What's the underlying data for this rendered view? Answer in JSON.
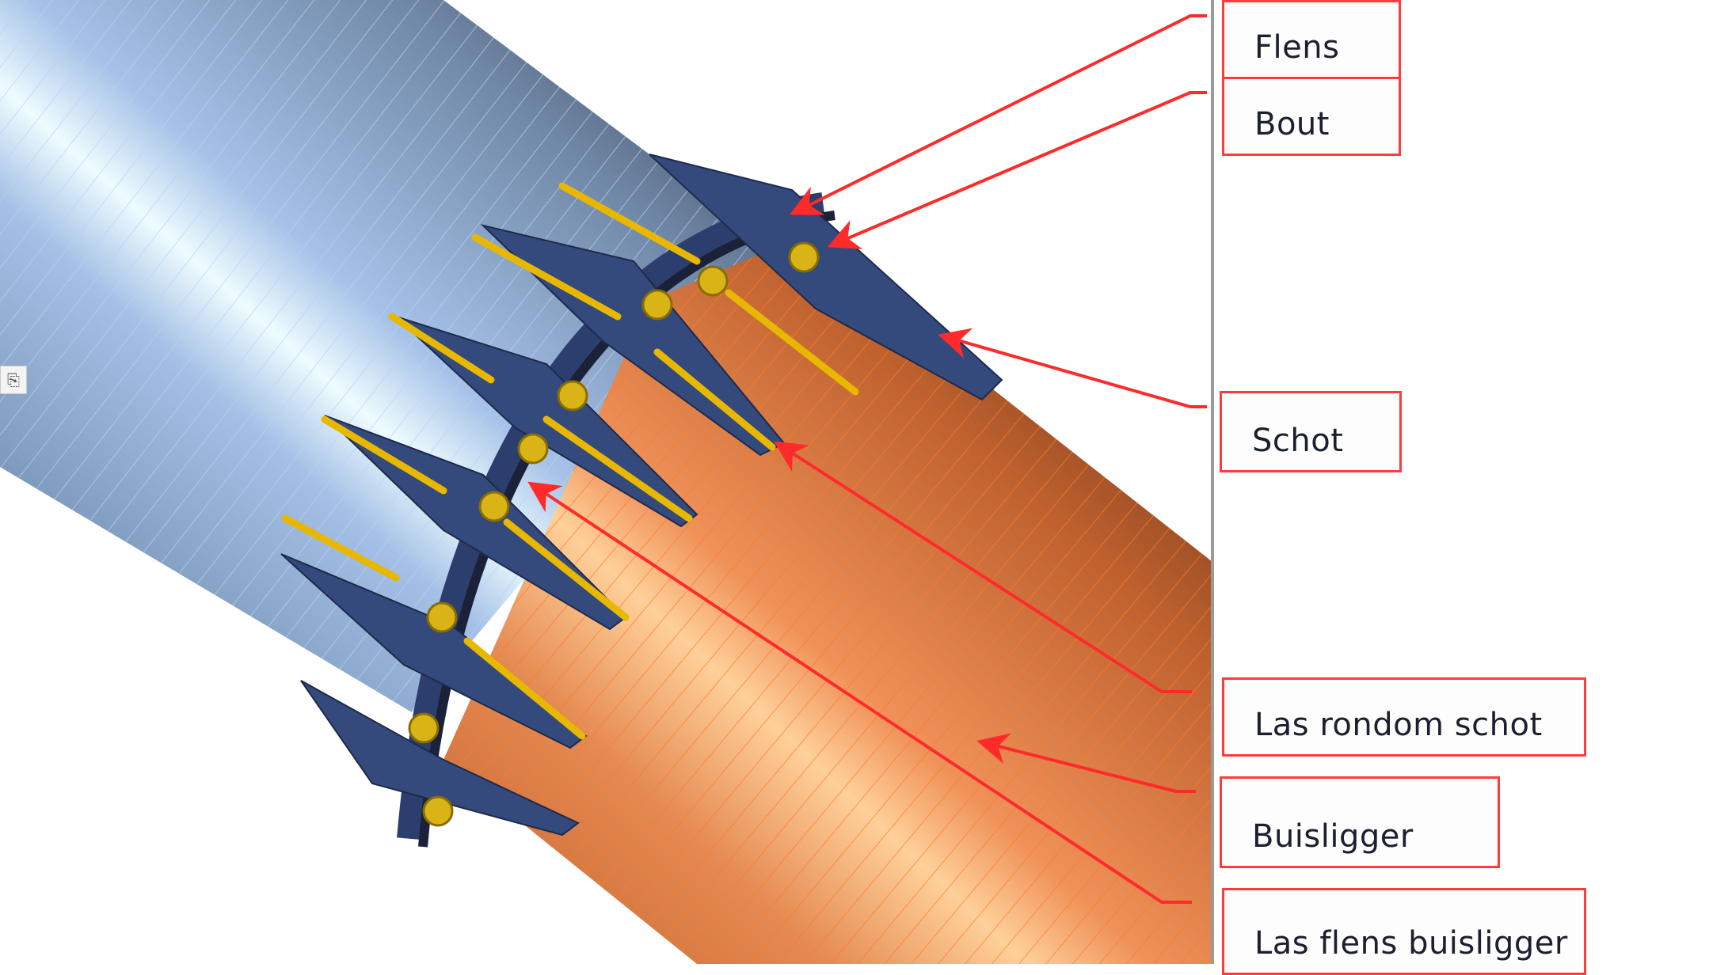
{
  "diagram": {
    "title": "Flensverbinding buisligger",
    "labels": [
      {
        "id": "flens",
        "text": "Flens"
      },
      {
        "id": "bout",
        "text": "Bout"
      },
      {
        "id": "schot",
        "text": "Schot"
      },
      {
        "id": "las-rondom-schot",
        "text": "Las rondom schot"
      },
      {
        "id": "buisligger",
        "text": "Buisligger"
      },
      {
        "id": "las-flens-buisligger",
        "text": "Las flens buisligger"
      }
    ],
    "components": {
      "left_tube": "buisligger (links)",
      "right_tube": "buisligger (rechts)",
      "flange_ring": "flens",
      "stiffeners": "schotten",
      "bolts": "bouten",
      "welds": "lassen"
    },
    "colors": {
      "callout": "#ff2a2a",
      "tube_left_light": "#e9fbff",
      "tube_left_mid": "#86a0c0",
      "tube_left_dark": "#3c4556",
      "tube_right_light": "#ffcf95",
      "tube_right_mid": "#c8642c",
      "tube_right_dark": "#6b3318",
      "steel_blue": "#33487a",
      "weld_yellow": "#e8b800"
    },
    "paste_icon": "paste-options-icon",
    "paste_glyph": "⎘"
  }
}
